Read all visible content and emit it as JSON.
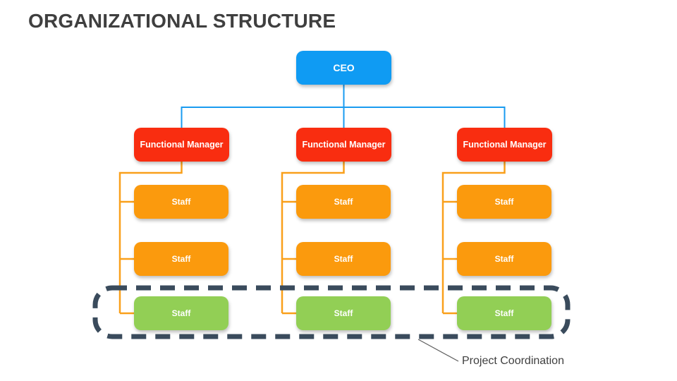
{
  "title": "ORGANIZATIONAL STRUCTURE",
  "org_chart": {
    "root": {
      "label": "CEO"
    },
    "columns": [
      {
        "manager": {
          "label": "Functional Manager"
        },
        "staff": [
          {
            "label": "Staff"
          },
          {
            "label": "Staff"
          },
          {
            "label": "Staff"
          }
        ]
      },
      {
        "manager": {
          "label": "Functional Manager"
        },
        "staff": [
          {
            "label": "Staff"
          },
          {
            "label": "Staff"
          },
          {
            "label": "Staff"
          }
        ]
      },
      {
        "manager": {
          "label": "Functional Manager"
        },
        "staff": [
          {
            "label": "Staff"
          },
          {
            "label": "Staff"
          },
          {
            "label": "Staff"
          }
        ]
      }
    ]
  },
  "annotation": {
    "label": "Project Coordination"
  },
  "colors": {
    "ceo_blue": "#0f9bf3",
    "manager_red": "#f92d10",
    "staff_orange": "#fb9a0d",
    "staff_green": "#92cf55",
    "connector_blue": "#199bf0",
    "connector_orange": "#f9a01b",
    "dashed_outline_slate": "#3a4b5c",
    "title_gray": "#3f3f3f"
  }
}
